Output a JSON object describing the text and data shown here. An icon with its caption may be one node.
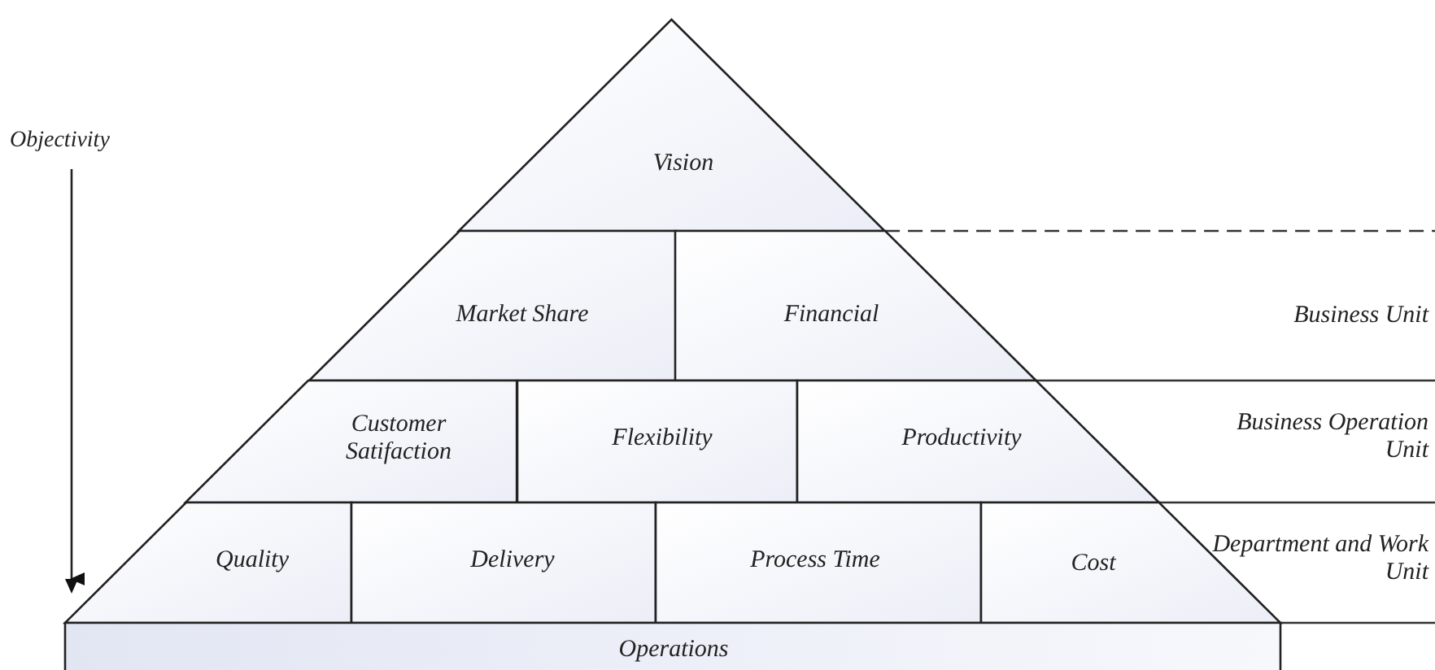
{
  "diagram": {
    "nodes": [
      {
        "text": [
          "Vision"
        ]
      },
      {
        "text": [
          "Market Share"
        ]
      },
      {
        "text": [
          "Financial"
        ]
      },
      {
        "text": [
          "Customer Satifaction"
        ]
      },
      {
        "text": [
          "Flexibility"
        ]
      },
      {
        "text": [
          "Productivity"
        ]
      },
      {
        "text": [
          "Quality"
        ]
      },
      {
        "text": [
          "Delivery"
        ]
      },
      {
        "text": [
          "Process Time"
        ]
      },
      {
        "text": [
          "Cost"
        ]
      },
      {
        "text": [
          "Operations"
        ]
      }
    ],
    "labels": [
      "Objectivity",
      "Business Unit",
      "Business Operation Unit",
      "Department and Work Unit"
    ]
  }
}
